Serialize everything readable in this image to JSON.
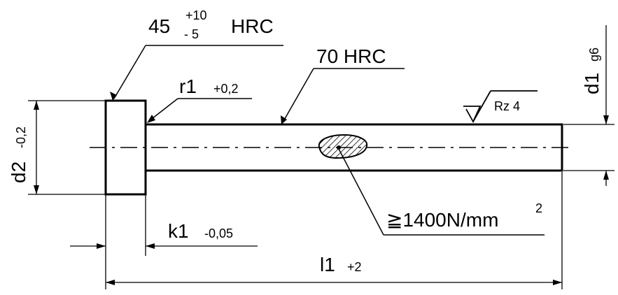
{
  "hardness_head": {
    "value": "45",
    "tol_plus": "+10",
    "tol_minus": "- 5",
    "unit": "HRC"
  },
  "hardness_shaft": {
    "label": "70 HRC"
  },
  "radius": {
    "label": "r1",
    "tol": "+0,2"
  },
  "surface": {
    "label": "Rz 4"
  },
  "dim_d1": {
    "label": "d1",
    "tol": "g6"
  },
  "dim_d2": {
    "label": "d2",
    "tol": "-0,2"
  },
  "dim_k1": {
    "label": "k1",
    "tol": "-0,05"
  },
  "dim_l1": {
    "label": "l1",
    "tol": "+2"
  },
  "strength": {
    "label": "≧1400N/mm",
    "sup": "2"
  }
}
